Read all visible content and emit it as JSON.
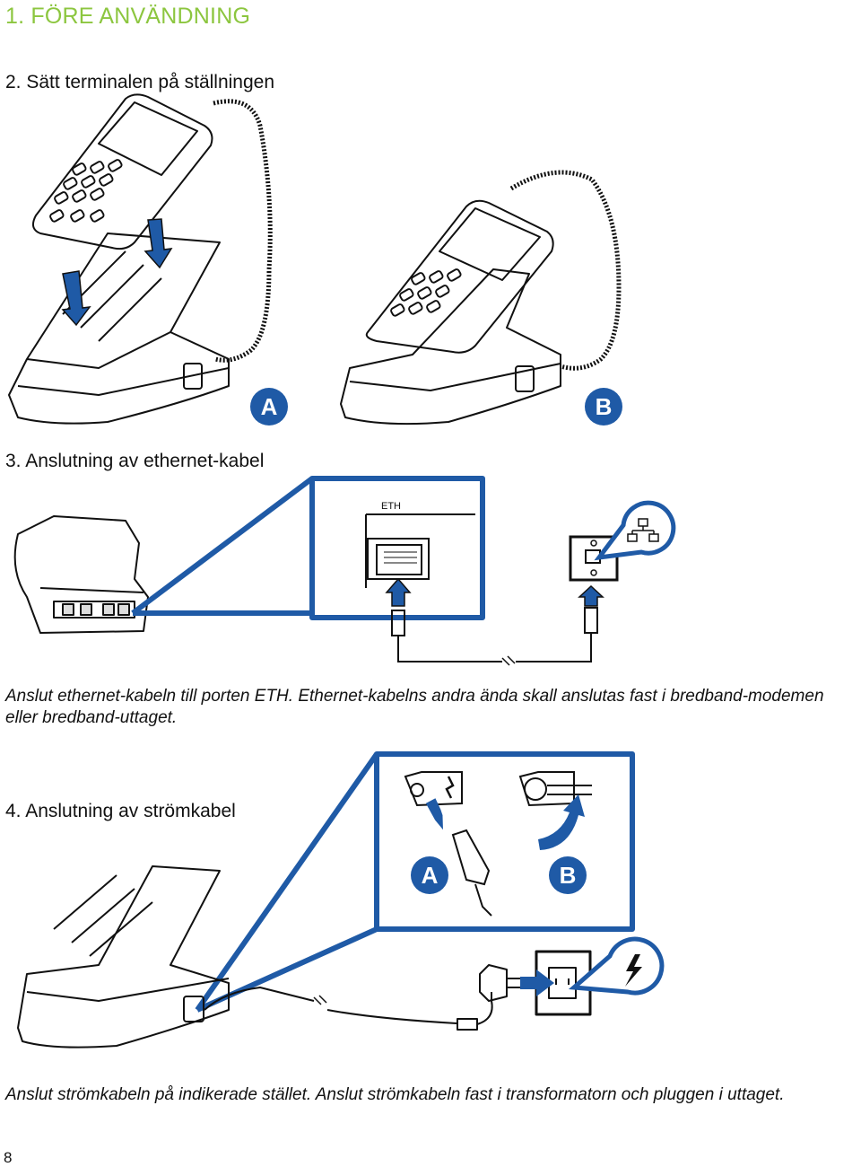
{
  "header": {
    "section_title": "1. FÖRE ANVÄNDNING"
  },
  "step2": {
    "title": "2. Sätt terminalen på ställningen",
    "badge_a": "A",
    "badge_b": "B"
  },
  "step3": {
    "title": "3. Anslutning av ethernet-kabel",
    "port_label": "ETH",
    "text": "Anslut ethernet-kabeln till porten ETH. Ethernet-kabelns andra ända skall anslutas fast i bredband-modemen eller bredband-uttaget."
  },
  "step4": {
    "title": "4. Anslutning av strömkabel",
    "badge_a": "A",
    "badge_b": "B",
    "text": "Anslut strömkabeln på indikerade stället. Anslut strömkabeln fast i transformatorn och pluggen i uttaget."
  },
  "footer": {
    "page_number": "8"
  },
  "colors": {
    "heading_green": "#8cc63f",
    "accent_blue": "#1f5aa6",
    "line": "#111111"
  },
  "icons": [
    "network-icon",
    "lightning-icon",
    "down-arrow-icon",
    "up-arrow-icon",
    "curved-arrow-icon"
  ]
}
